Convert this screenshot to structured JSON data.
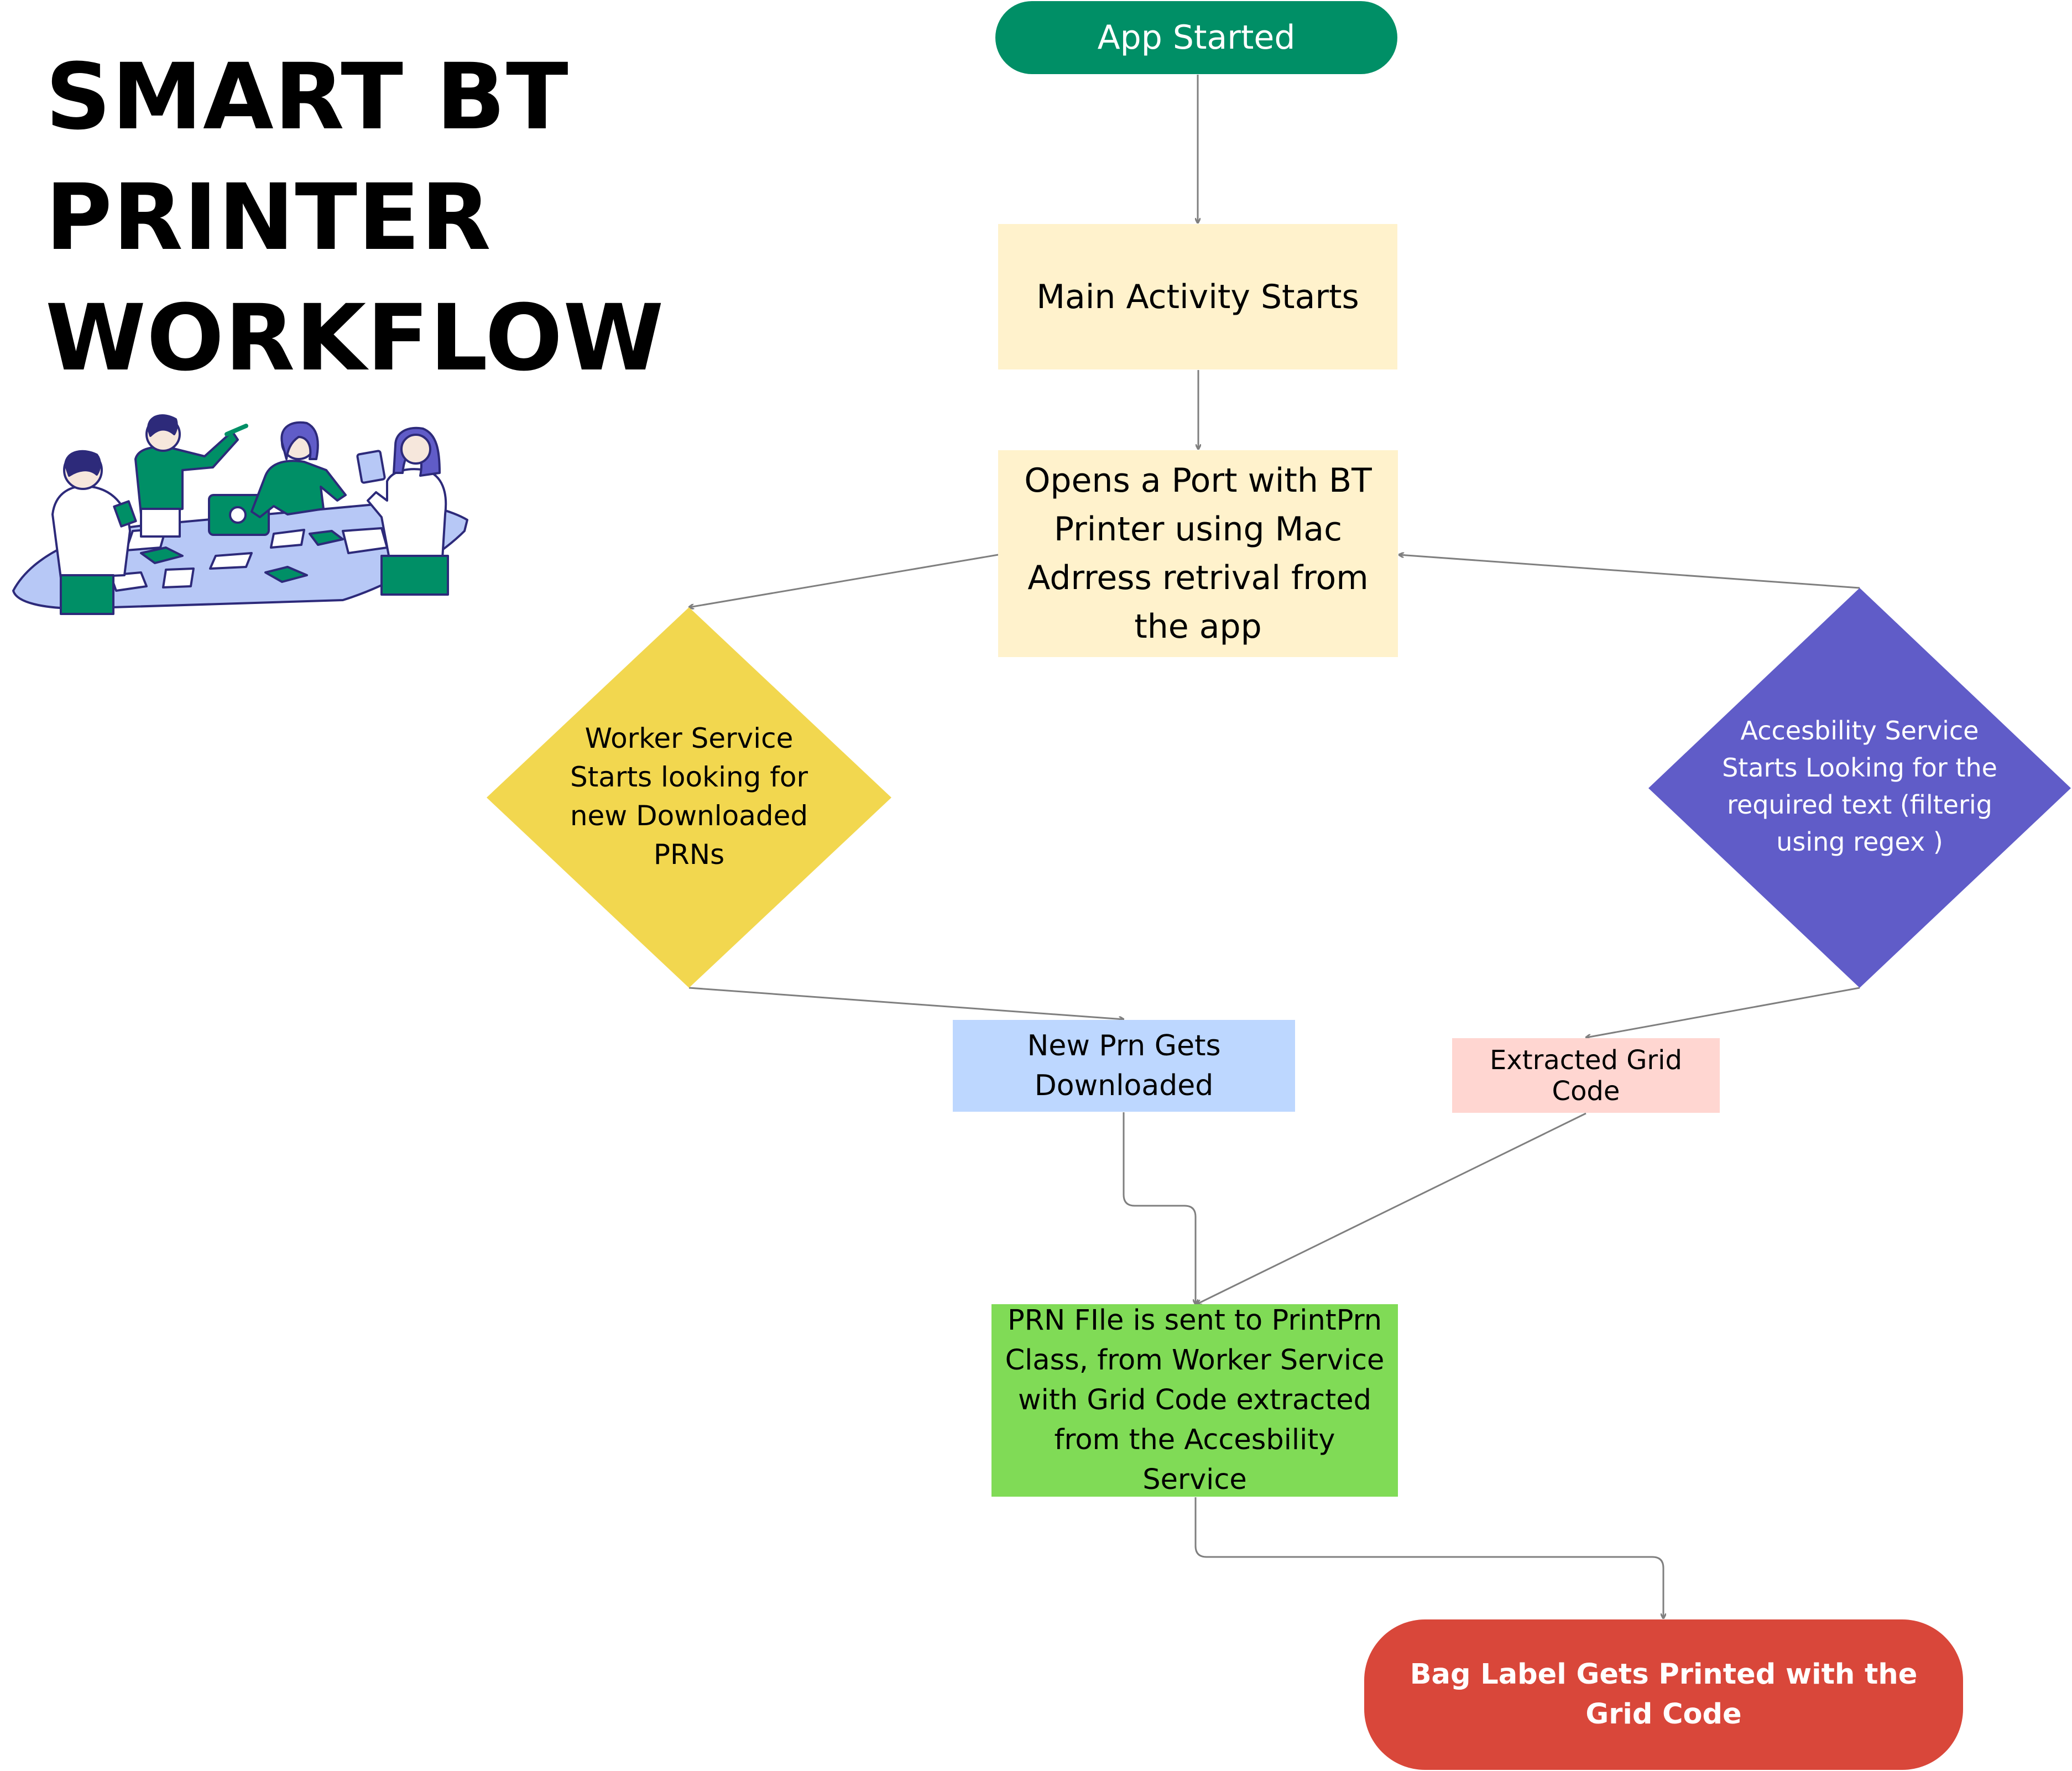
{
  "title": {
    "line1": "SMART BT",
    "line2": "PRINTER",
    "line3": "WORKFLOW"
  },
  "colors": {
    "start": "#008F66",
    "activity": "#FFF2CC",
    "worker": "#F2D74F",
    "accessibility": "#605CC8",
    "downloaded": "#BDD7FF",
    "grid_code": "#FFD6D1",
    "print_class": "#80DB56",
    "end": "#D9473A",
    "connector": "#7F7F7F"
  },
  "nodes": {
    "app_started": "App Started",
    "main_activity": "Main Activity Starts",
    "open_port": "Opens a Port with BT Printer using Mac Adrress retrival from the app",
    "worker_service": "Worker Service Starts looking for new Downloaded PRNs",
    "accessibility_service": "Accesbility Service Starts Looking for the required text (filterig using regex )",
    "prn_downloaded": "New Prn Gets Downloaded",
    "grid_code": "Extracted Grid Code",
    "print_prn": "PRN FIle is sent to PrintPrn Class, from Worker Service with Grid Code extracted from the Accesbility Service",
    "bag_label": "Bag Label Gets Printed with the Grid Code"
  }
}
